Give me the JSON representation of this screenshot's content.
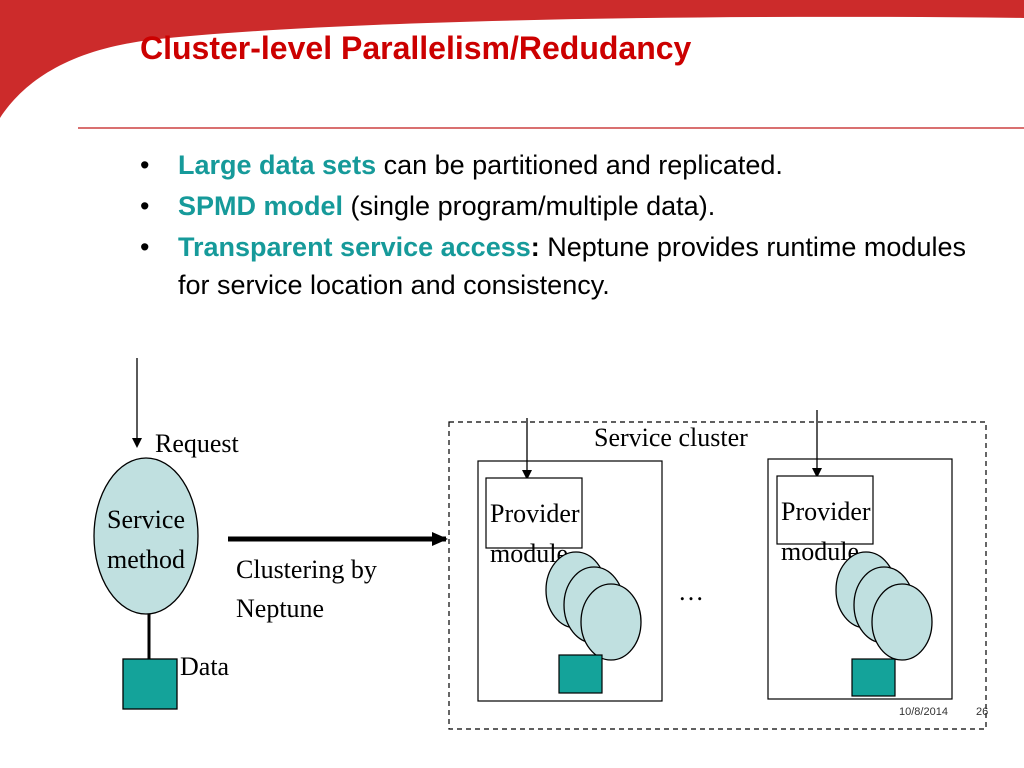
{
  "slide": {
    "title": "Cluster-level Parallelism/Redudancy",
    "bullets": [
      {
        "marker": "•",
        "highlight": "Large data sets",
        "suffix": "",
        "rest": " can be partitioned and  replicated."
      },
      {
        "marker": "•",
        "highlight": "SPMD model",
        "suffix": "",
        "rest": " (single program/multiple data)."
      },
      {
        "marker": "•",
        "highlight": "Transparent service access",
        "suffix": ":",
        "rest": " Neptune provides runtime modules for service location and consistency."
      }
    ],
    "colors": {
      "title": "#cc0000",
      "highlight": "#169a9a",
      "ellipse": "#c0e0e0",
      "data_box": "#14a39a",
      "banner": "#cc2b2b"
    }
  },
  "diagram": {
    "request_label": "Request",
    "service_method_line1": "Service",
    "service_method_line2": "method",
    "data_label": "Data",
    "clustering_line1": "Clustering by",
    "clustering_line2": "Neptune",
    "service_cluster_label": "Service cluster",
    "provider_line1": "Provider",
    "provider_line2": "module",
    "ellipsis": "…"
  },
  "footer": {
    "date": "10/8/2014",
    "page": "26"
  }
}
